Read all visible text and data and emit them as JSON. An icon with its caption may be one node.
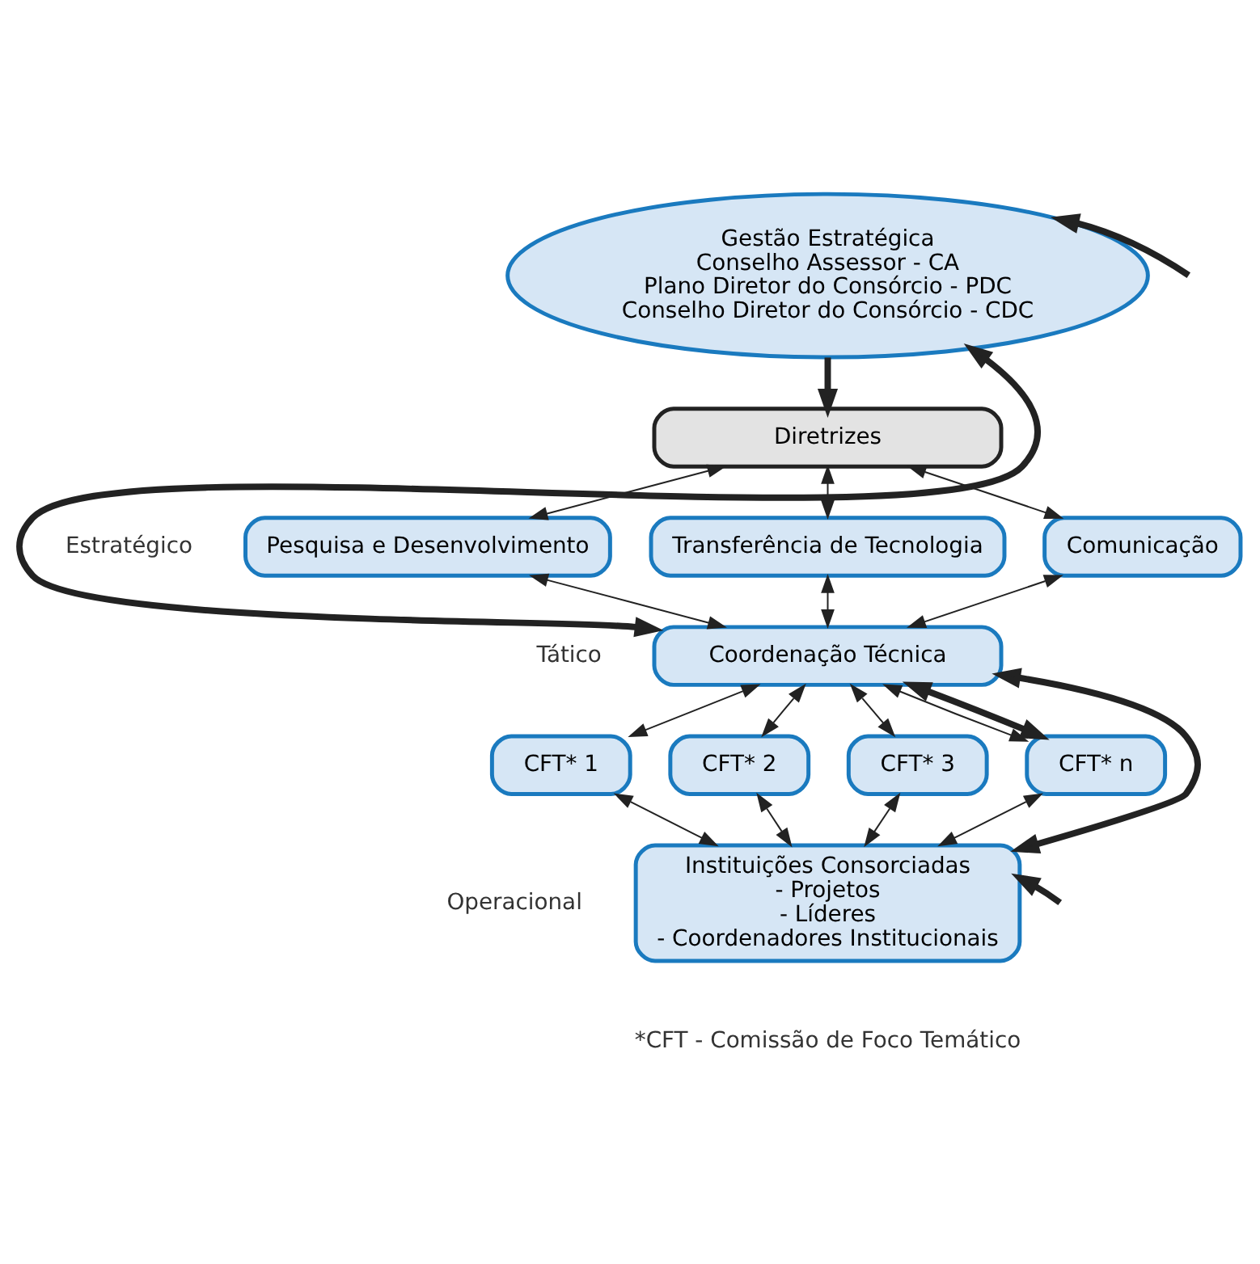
{
  "diagram": {
    "nodes": [
      {
        "text": [
          "Gestão Estratégica",
          "Conselho Assessor - CA",
          "Plano Diretor do Consórcio - PDC",
          "Conselho Diretor do Consórcio - CDC"
        ]
      },
      {
        "text": [
          "Diretrizes"
        ]
      },
      {
        "text": [
          "Pesquisa e Desenvolvimento"
        ]
      },
      {
        "text": [
          "Transferência de Tecnologia"
        ]
      },
      {
        "text": [
          "Comunicação"
        ]
      },
      {
        "text": [
          "Coordenação Técnica"
        ]
      },
      {
        "text": [
          "CFT* 1"
        ]
      },
      {
        "text": [
          "CFT* 2"
        ]
      },
      {
        "text": [
          "CFT* 3"
        ]
      },
      {
        "text": [
          "CFT* n"
        ]
      },
      {
        "text": [
          "Instituições Consorciadas",
          "- Projetos",
          "- Líderes",
          "- Coordenadores Institucionais"
        ]
      }
    ],
    "edges": [
      {
        "from": 0,
        "to": 1,
        "arrow": "to",
        "style": "thick"
      },
      {
        "from": 1,
        "to": 2,
        "arrow": "both"
      },
      {
        "from": 1,
        "to": 3,
        "arrow": "both"
      },
      {
        "from": 1,
        "to": 4,
        "arrow": "both"
      },
      {
        "from": 2,
        "to": 5,
        "arrow": "both"
      },
      {
        "from": 3,
        "to": 5,
        "arrow": "both"
      },
      {
        "from": 4,
        "to": 5,
        "arrow": "both"
      },
      {
        "from": 5,
        "to": 6,
        "arrow": "both"
      },
      {
        "from": 5,
        "to": 7,
        "arrow": "both"
      },
      {
        "from": 5,
        "to": 8,
        "arrow": "both"
      },
      {
        "from": 5,
        "to": 9,
        "arrow": "both"
      },
      {
        "from": 6,
        "to": 10,
        "arrow": "both"
      },
      {
        "from": 7,
        "to": 10,
        "arrow": "both"
      },
      {
        "from": 8,
        "to": 10,
        "arrow": "both"
      },
      {
        "from": 9,
        "to": 10,
        "arrow": "both"
      },
      {
        "from": null,
        "to": 0,
        "arrow": "to",
        "style": "thick"
      },
      {
        "from": 5,
        "to": 0,
        "arrow": "both",
        "style": "thick"
      },
      {
        "from": 5,
        "to": 9,
        "arrow": "both",
        "style": "thick"
      },
      {
        "from": 5,
        "to": 10,
        "arrow": "both",
        "style": "thick"
      },
      {
        "from": null,
        "to": 10,
        "arrow": "to",
        "style": "thick"
      }
    ],
    "labels": [
      "Estratégico",
      "Tático",
      "Operacional",
      "*CFT - Comissão de Foco Temático"
    ]
  }
}
